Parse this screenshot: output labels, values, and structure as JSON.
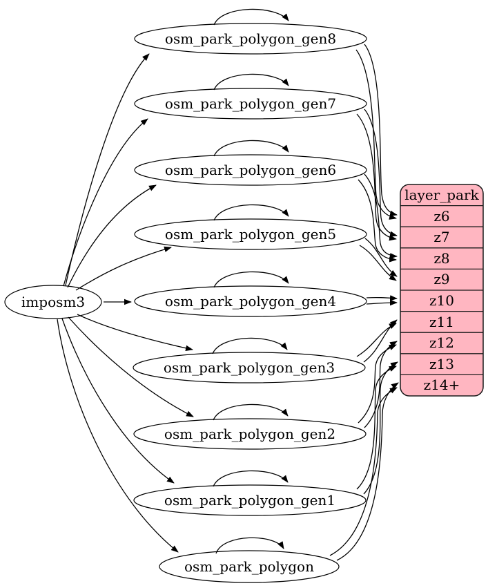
{
  "diagram": {
    "background": "#ffffff",
    "colors": {
      "layer_fill": "#ffb6c1",
      "table_fill": "#ffffff",
      "stroke": "#000000"
    },
    "source_node": {
      "id": "imposm3",
      "label": "imposm3"
    },
    "table_nodes": [
      {
        "id": "osm_park_polygon_gen8",
        "label": "osm_park_polygon_gen8"
      },
      {
        "id": "osm_park_polygon_gen7",
        "label": "osm_park_polygon_gen7"
      },
      {
        "id": "osm_park_polygon_gen6",
        "label": "osm_park_polygon_gen6"
      },
      {
        "id": "osm_park_polygon_gen5",
        "label": "osm_park_polygon_gen5"
      },
      {
        "id": "osm_park_polygon_gen4",
        "label": "osm_park_polygon_gen4"
      },
      {
        "id": "osm_park_polygon_gen3",
        "label": "osm_park_polygon_gen3"
      },
      {
        "id": "osm_park_polygon_gen2",
        "label": "osm_park_polygon_gen2"
      },
      {
        "id": "osm_park_polygon_gen1",
        "label": "osm_park_polygon_gen1"
      },
      {
        "id": "osm_park_polygon",
        "label": "osm_park_polygon"
      }
    ],
    "layer_node": {
      "title": "layer_park",
      "rows": [
        "z6",
        "z7",
        "z8",
        "z9",
        "z10",
        "z11",
        "z12",
        "z13",
        "z14+"
      ]
    },
    "edges": {
      "from_source": [
        "osm_park_polygon_gen8",
        "osm_park_polygon_gen7",
        "osm_park_polygon_gen6",
        "osm_park_polygon_gen5",
        "osm_park_polygon_gen4",
        "osm_park_polygon_gen3",
        "osm_park_polygon_gen2",
        "osm_park_polygon_gen1",
        "osm_park_polygon"
      ],
      "self_loops": [
        "osm_park_polygon_gen8",
        "osm_park_polygon_gen7",
        "osm_park_polygon_gen6",
        "osm_park_polygon_gen5",
        "osm_park_polygon_gen4",
        "osm_park_polygon_gen3",
        "osm_park_polygon_gen2",
        "osm_park_polygon_gen1",
        "osm_park_polygon"
      ],
      "to_layer": [
        {
          "from": "osm_park_polygon_gen8",
          "to": "z6",
          "arrows": 2
        },
        {
          "from": "osm_park_polygon_gen7",
          "to": "z7",
          "arrows": 2
        },
        {
          "from": "osm_park_polygon_gen6",
          "to": "z8",
          "arrows": 2
        },
        {
          "from": "osm_park_polygon_gen5",
          "to": "z9",
          "arrows": 2
        },
        {
          "from": "osm_park_polygon_gen4",
          "to": "z10",
          "arrows": 2
        },
        {
          "from": "osm_park_polygon_gen3",
          "to": "z11",
          "arrows": 2
        },
        {
          "from": "osm_park_polygon_gen2",
          "to": "z12",
          "arrows": 2
        },
        {
          "from": "osm_park_polygon_gen1",
          "to": "z13",
          "arrows": 2
        },
        {
          "from": "osm_park_polygon",
          "to": "z14+",
          "arrows": 2
        }
      ]
    }
  }
}
